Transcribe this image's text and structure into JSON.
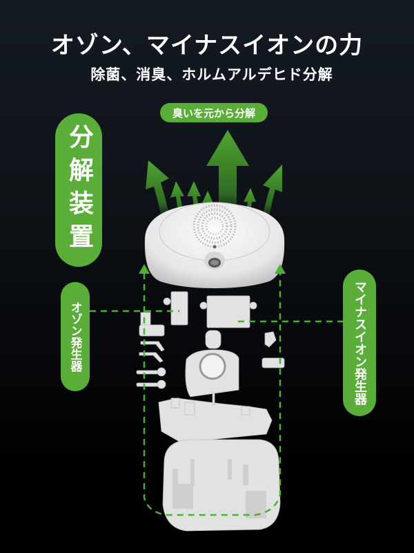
{
  "header": {
    "title": "オゾン、マイナスイオンの力",
    "subtitle": "除菌、消臭、ホルムアルデヒド分解"
  },
  "labels": {
    "top_badge": "臭いを元から分解",
    "main_badge": "分解装置",
    "left_badge": "オゾン発生器",
    "right_badge": "マイナスイオン発生器"
  },
  "colors": {
    "accent_green": "#5aad38",
    "background_top": "#141a22",
    "background_bottom": "#000000",
    "device_white": "#ececec"
  },
  "illustration": {
    "top_element": "air-purifier-top-cover",
    "components": [
      "ozone-module-box",
      "ion-generator-box",
      "power-button",
      "blower-fan",
      "contact-clips",
      "circuit-board",
      "bottom-housing"
    ],
    "arrows": "green-airflow-arrows"
  }
}
